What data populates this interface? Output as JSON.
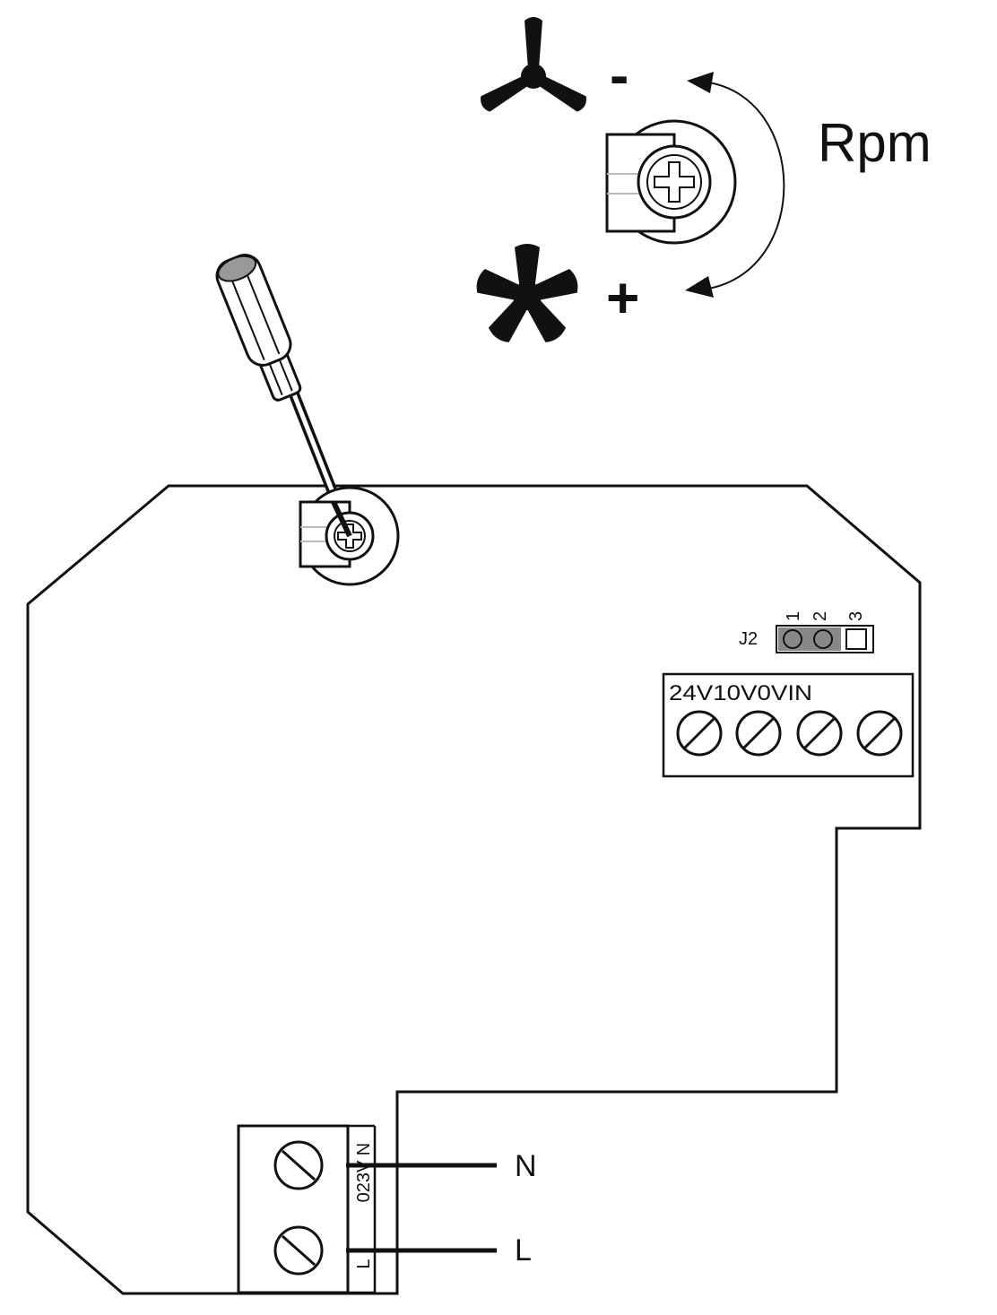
{
  "speed_control": {
    "label": "Rpm",
    "minus_symbol": "-",
    "plus_symbol": "+",
    "icons": {
      "low_speed": "fan-3-blade-icon",
      "high_speed": "fan-5-blade-icon"
    }
  },
  "jumper": {
    "name": "J2",
    "pins": [
      "1",
      "2",
      "3"
    ]
  },
  "signal_terminal": {
    "label": "24V10V0VIN",
    "screw_count": 4
  },
  "mains_terminal": {
    "label_n": "N",
    "label_voltage": "023V",
    "label_l": "L",
    "wire_n": "N",
    "wire_l": "L"
  },
  "colors": {
    "ink": "#111111",
    "jumper_fill": "#888888",
    "background": "#ffffff"
  }
}
